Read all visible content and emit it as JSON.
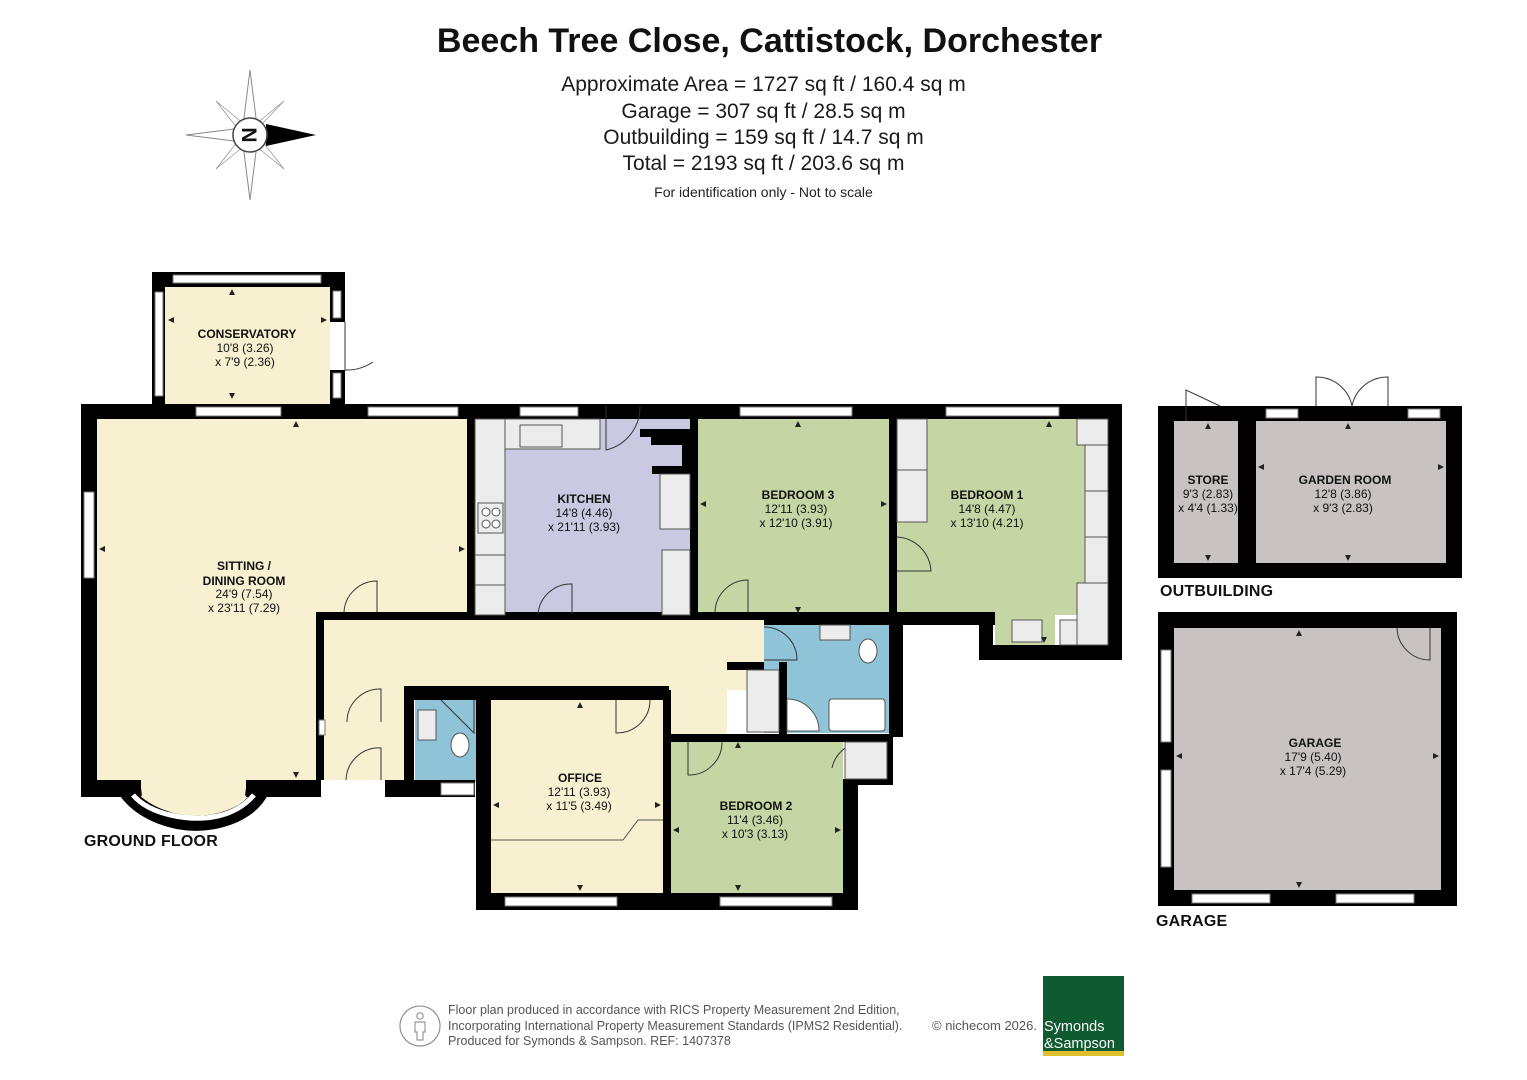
{
  "header": {
    "title": "Beech Tree Close, Cattistock, Dorchester",
    "areas": [
      "Approximate Area = 1727 sq ft / 160.4 sq m",
      "Garage = 307 sq ft / 28.5 sq m",
      "Outbuilding = 159 sq ft / 14.7 sq m",
      "Total = 2193 sq ft / 203.6 sq m"
    ],
    "disclaimer": "For identification only - Not to scale"
  },
  "compass": {
    "letter": "N"
  },
  "floors": {
    "ground": "GROUND FLOOR",
    "outbuilding": "OUTBUILDING",
    "garage": "GARAGE"
  },
  "rooms": {
    "conservatory": {
      "name": "CONSERVATORY",
      "dim1": "10'8 (3.26)",
      "dim2": "x 7'9 (2.36)"
    },
    "sitting": {
      "name1": "SITTING /",
      "name2": "DINING ROOM",
      "dim1": "24'9 (7.54)",
      "dim2": "x 23'11 (7.29)"
    },
    "kitchen": {
      "name": "KITCHEN",
      "dim1": "14'8 (4.46)",
      "dim2": "x 21'11 (3.93)"
    },
    "bedroom3": {
      "name": "BEDROOM 3",
      "dim1": "12'11 (3.93)",
      "dim2": "x 12'10 (3.91)"
    },
    "bedroom1": {
      "name": "BEDROOM 1",
      "dim1": "14'8 (4.47)",
      "dim2": "x 13'10 (4.21)"
    },
    "office": {
      "name": "OFFICE",
      "dim1": "12'11 (3.93)",
      "dim2": "x 11'5 (3.49)"
    },
    "bedroom2": {
      "name": "BEDROOM 2",
      "dim1": "11'4 (3.46)",
      "dim2": "x 10'3 (3.13)"
    },
    "store": {
      "name": "STORE",
      "dim1": "9'3 (2.83)",
      "dim2": "x 4'4 (1.33)"
    },
    "gardenroom": {
      "name": "GARDEN ROOM",
      "dim1": "12'8 (3.86)",
      "dim2": "x 9'3 (2.83)"
    },
    "garage": {
      "name": "GARAGE",
      "dim1": "17'9 (5.40)",
      "dim2": "x 17'4 (5.29)"
    }
  },
  "colors": {
    "cream": "#f7f1d2",
    "lavender": "#c9c9e2",
    "green": "#c5d6a4",
    "blue": "#8fc3d8",
    "grey": "#c8c2c3",
    "wall": "#000000",
    "fitting": "#ececec",
    "logo": "#0f5a31"
  },
  "footer": {
    "line1": "Floor plan produced in accordance with RICS Property Measurement 2nd Edition,",
    "line2": "Incorporating International Property Measurement Standards (IPMS2 Residential).",
    "line3": "Produced for Symonds & Sampson.   REF: 1407378",
    "copyright": "© nichecom 2026.",
    "logo_line1": "Symonds",
    "logo_line2": "&Sampson"
  }
}
